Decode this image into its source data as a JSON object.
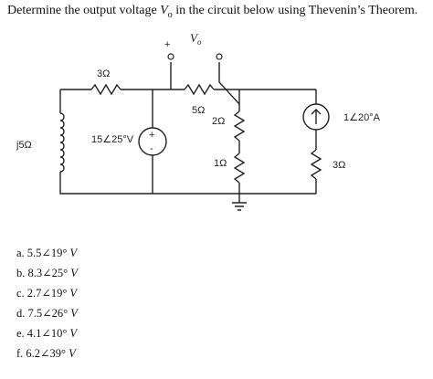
{
  "question": {
    "prefix": "Determine the output voltage ",
    "var": "V",
    "sub": "o",
    "suffix": " in the circuit below using Thevenin’s Theorem."
  },
  "circuit": {
    "output_label": "V",
    "output_sub": "o",
    "plus": "+",
    "labels": {
      "r3": "3Ω",
      "r5": "5Ω",
      "r2": "2Ω",
      "r1": "1Ω",
      "r3b": "3Ω",
      "l5": "j5Ω",
      "vsrc": "15∠25°V",
      "isrc": "1∠20°A"
    }
  },
  "options": [
    {
      "text": "a. 5.5∠19° ",
      "unit": "V"
    },
    {
      "text": "b. 8.3∠25° ",
      "unit": "V"
    },
    {
      "text": "c. 2.7∠19° ",
      "unit": "V"
    },
    {
      "text": "d. 7.5∠26° ",
      "unit": "V"
    },
    {
      "text": "e. 4.1∠10° ",
      "unit": "V"
    },
    {
      "text": "f. 6.2∠39° ",
      "unit": "V"
    }
  ]
}
